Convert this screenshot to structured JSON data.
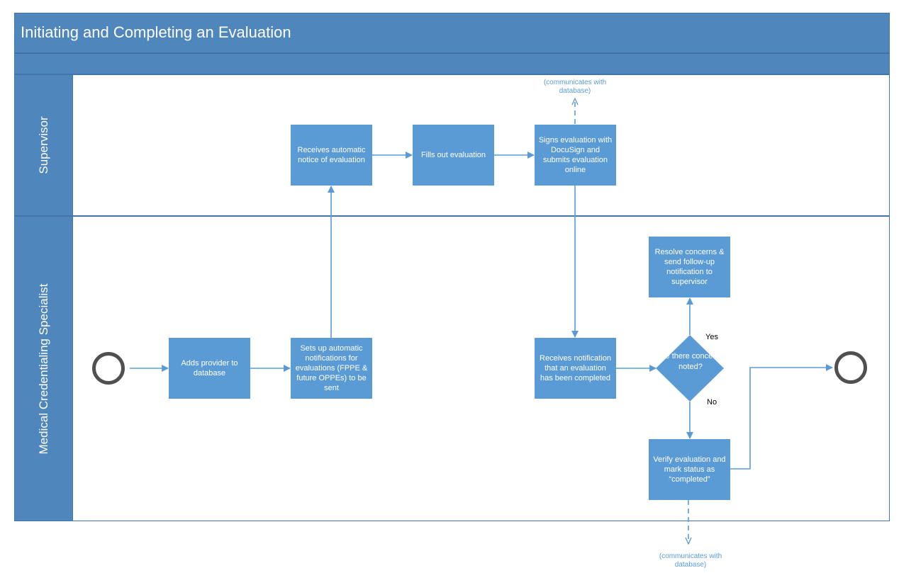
{
  "diagram": {
    "title": "Initiating and Completing an Evaluation",
    "lanes": {
      "supervisor": "Supervisor",
      "specialist": "Medical Credentialing Specialist"
    },
    "steps": {
      "receives_notice": "Receives automatic notice of evaluation",
      "fills_out": "Fills out evaluation",
      "signs_evaluation": "Signs evaluation with DocuSign and submits evaluation online",
      "adds_provider": "Adds provider to database",
      "sets_up_notifications": "Sets up automatic notifications for evaluations (FPPE & future OPPEs) to be sent",
      "receives_completion": "Receives notification that an evaluation has been completed",
      "resolve_concerns": "Resolve concerns & send follow-up notification to supervisor",
      "verify_evaluation": "Verify evaluation and mark status as “completed”"
    },
    "decision": {
      "question": "Are there concerns noted?",
      "yes_label": "Yes",
      "no_label": "No"
    },
    "notes": {
      "top": "(communicates with database)",
      "bottom": "(communicates with database)"
    }
  },
  "colors": {
    "header": "#4f86bc",
    "process": "#5b9bd5",
    "event_border": "#505050",
    "connector": "#5b9bd5"
  },
  "icons": {
    "start": "start-event-circle",
    "end": "end-event-circle",
    "decision": "decision-diamond"
  }
}
